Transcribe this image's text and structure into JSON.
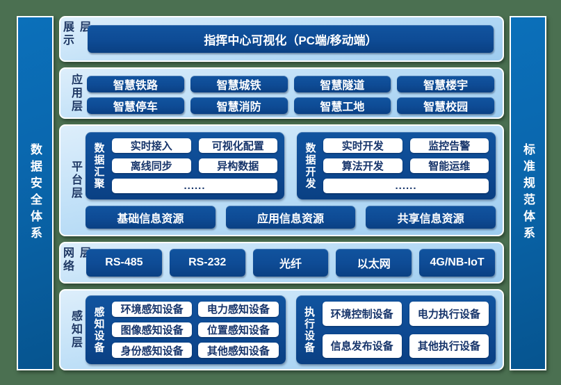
{
  "side_bars": {
    "left": "数据安全体系",
    "right": "标准规范体系"
  },
  "display_layer": {
    "label": "展示层",
    "item": "指挥中心可视化（PC端/移动端）"
  },
  "application_layer": {
    "label": "应用层",
    "items": [
      "智慧铁路",
      "智慧城铁",
      "智慧隧道",
      "智慧楼宇",
      "智慧停车",
      "智慧消防",
      "智慧工地",
      "智慧校园"
    ]
  },
  "platform_layer": {
    "label": "平台层",
    "data_aggregation": {
      "label": "数据汇聚",
      "items": [
        "实时接入",
        "可视化配置",
        "离线同步",
        "异构数据"
      ],
      "ellipsis": "......"
    },
    "data_development": {
      "label": "数据开发",
      "items": [
        "实时开发",
        "监控告警",
        "算法开发",
        "智能运维"
      ],
      "ellipsis": "......"
    },
    "resources": [
      "基础信息资源",
      "应用信息资源",
      "共享信息资源"
    ]
  },
  "network_layer": {
    "label": "网络层",
    "items": [
      "RS-485",
      "RS-232",
      "光纤",
      "以太网",
      "4G/NB-IoT"
    ]
  },
  "perception_layer": {
    "label": "感知层",
    "sensing_devices": {
      "label": "感知设备",
      "items": [
        "环境感知设备",
        "电力感知设备",
        "图像感知设备",
        "位置感知设备",
        "身份感知设备",
        "其他感知设备"
      ]
    },
    "execution_devices": {
      "label": "执行设备",
      "items": [
        "环境控制设备",
        "电力执行设备",
        "信息发布设备",
        "其他执行设备"
      ]
    }
  },
  "colors": {
    "background_green": "#4b7051",
    "panel_light_blue": "#bedff7",
    "box_dark_blue": "#0e4b95",
    "bar_blue": "#0a67ae",
    "text_navy": "#1f3864",
    "white_box_text": "#17356b"
  }
}
